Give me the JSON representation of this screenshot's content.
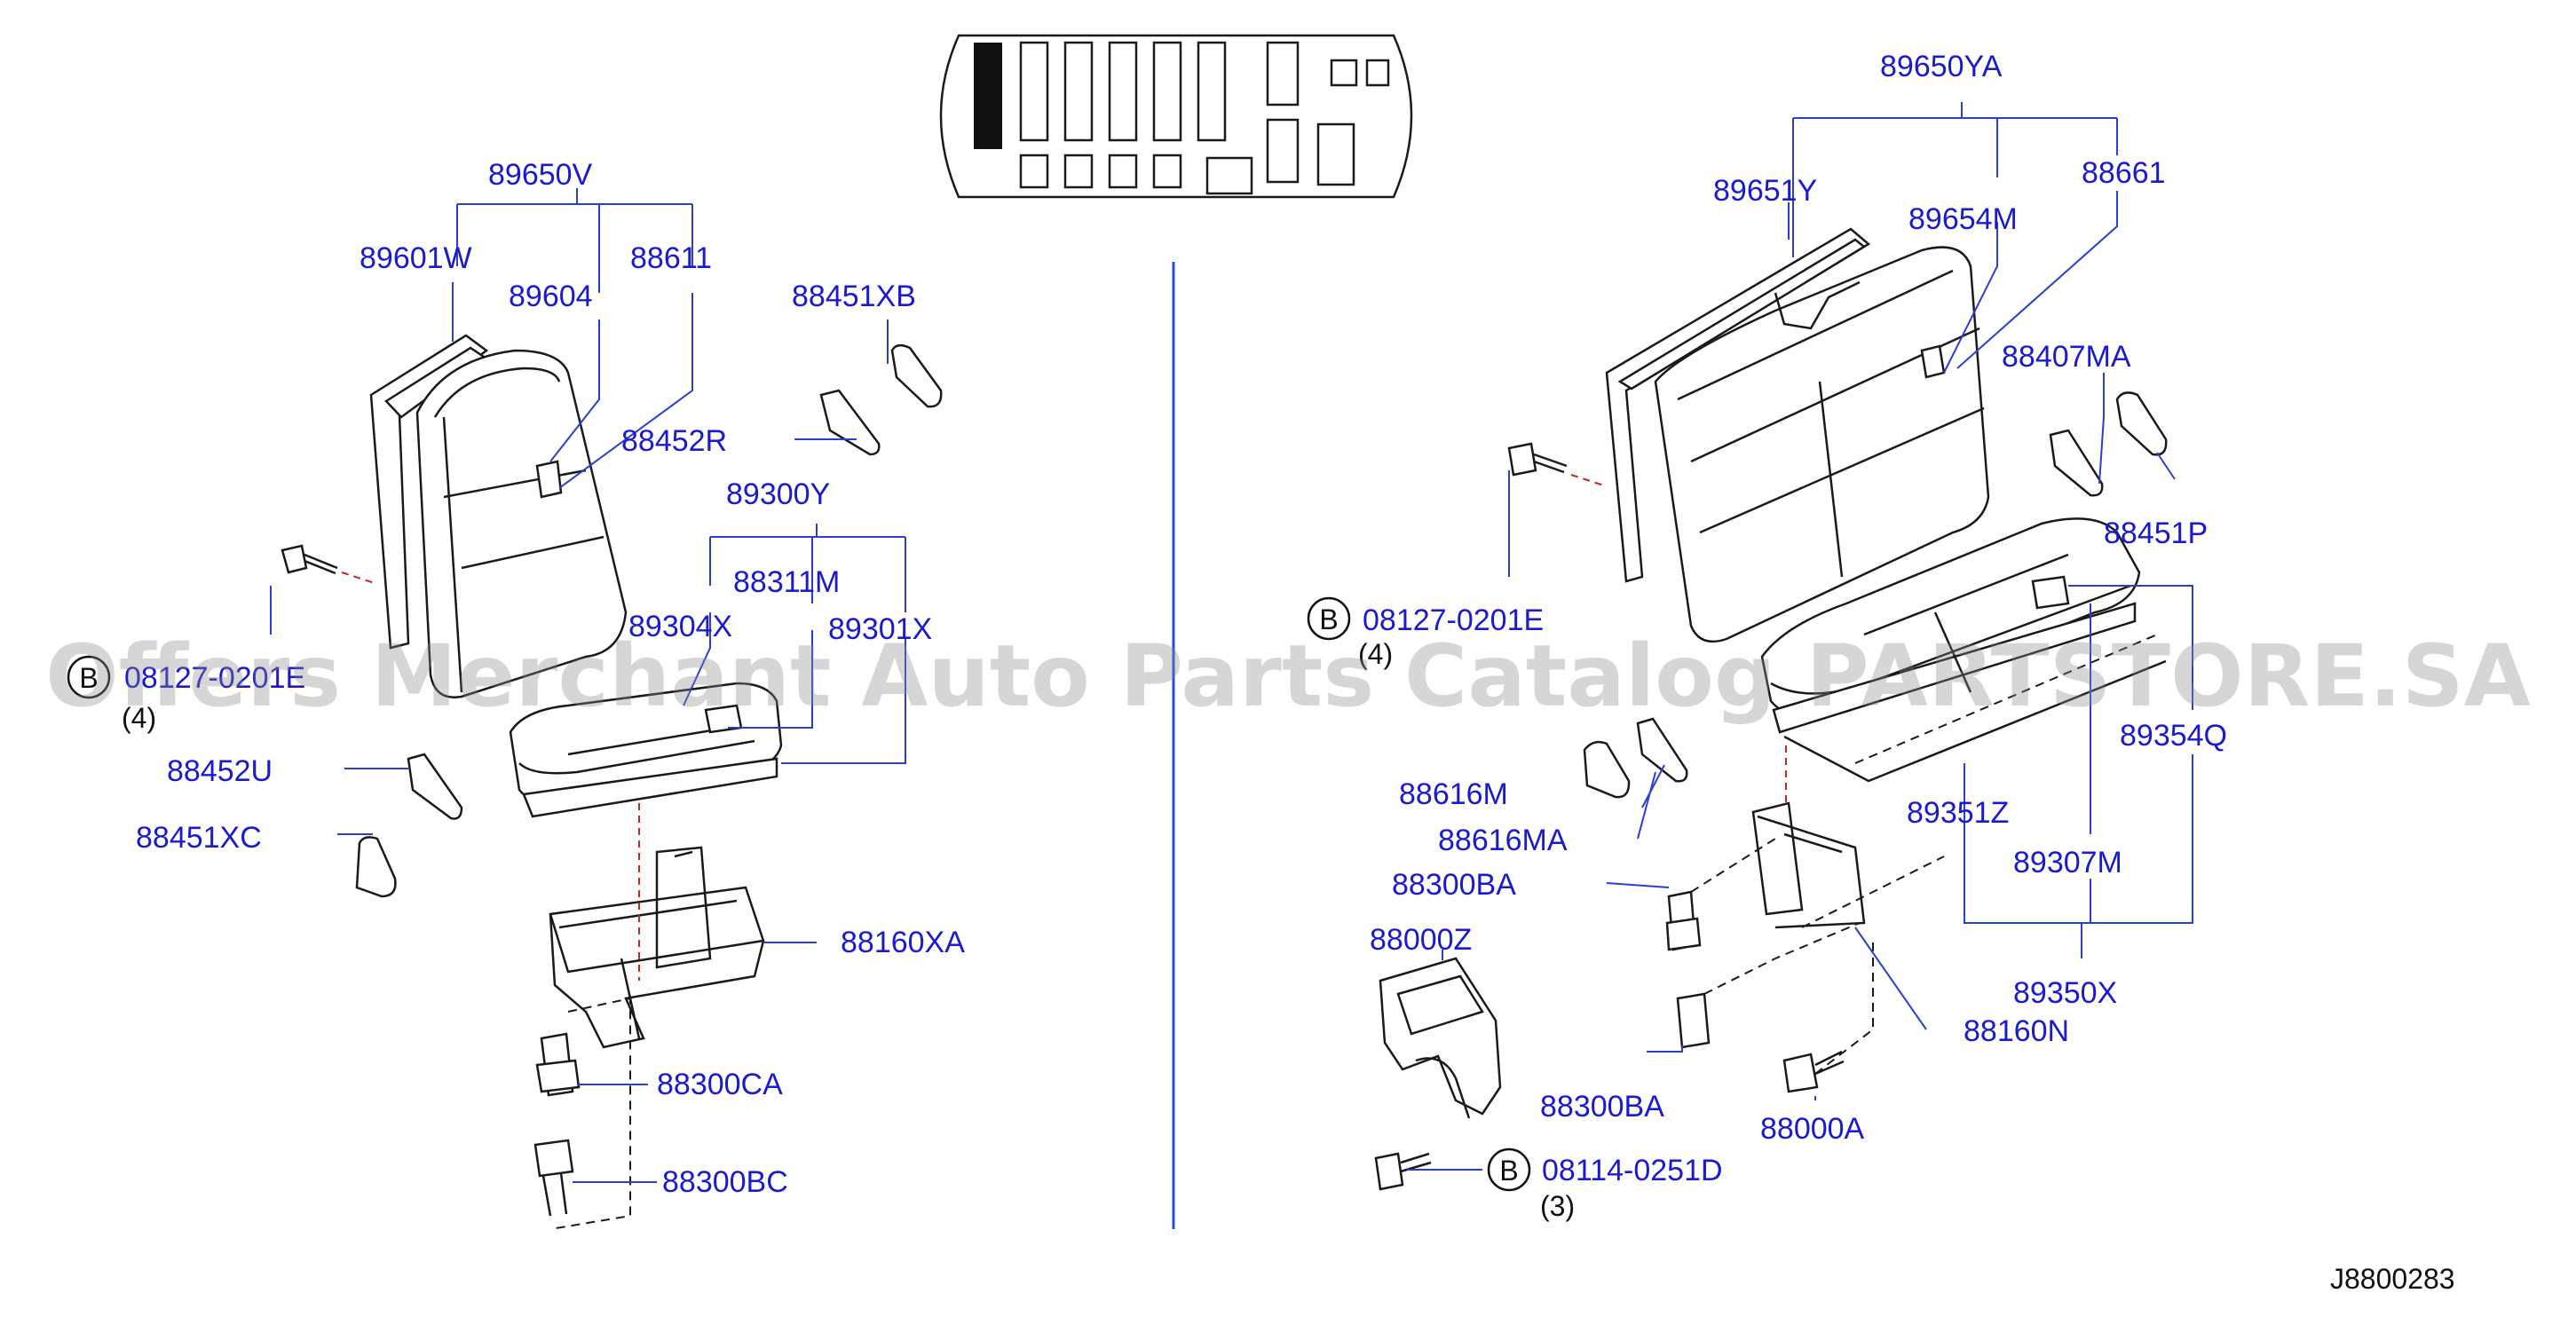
{
  "labels": {
    "p89650V": "89650V",
    "p89601W": "89601W",
    "p89604": "89604",
    "p88611": "88611",
    "p88451XB": "88451XB",
    "p88452R": "88452R",
    "p89300Y": "89300Y",
    "p88311M": "88311M",
    "p89304X": "89304X",
    "p89301X": "89301X",
    "p08127_left": "08127-0201E",
    "qty4_left": "(4)",
    "p88452U": "88452U",
    "p88451XC": "88451XC",
    "p88160XA": "88160XA",
    "p88300CA": "88300CA",
    "p88300BC": "88300BC",
    "p89650YA": "89650YA",
    "p89651Y": "89651Y",
    "p89654M": "89654M",
    "p88661": "88661",
    "p88407MA": "88407MA",
    "p88451P": "88451P",
    "p08127_right": "08127-0201E",
    "qty4_right": "(4)",
    "p89354Q": "89354Q",
    "p88616M": "88616M",
    "p88616MA": "88616MA",
    "p89351Z": "89351Z",
    "p89307M": "89307M",
    "p88300BA_top": "88300BA",
    "p88000Z": "88000Z",
    "p89350X": "89350X",
    "p88160N": "88160N",
    "p88300BA_bottom": "88300BA",
    "p88000A": "88000A",
    "p08114": "08114-0251D",
    "qty3": "(3)",
    "diagram_code": "J8800283"
  },
  "markers": {
    "bolt_callout": "B"
  },
  "watermark": "Offers Merchant Auto Parts Catalog PARTSTORE.SA",
  "colors": {
    "part_number": "#1a1ad0",
    "leader_line": "#2a3fd0",
    "drawing": "#1a1a1a",
    "alignment_dash": "#d02020"
  }
}
